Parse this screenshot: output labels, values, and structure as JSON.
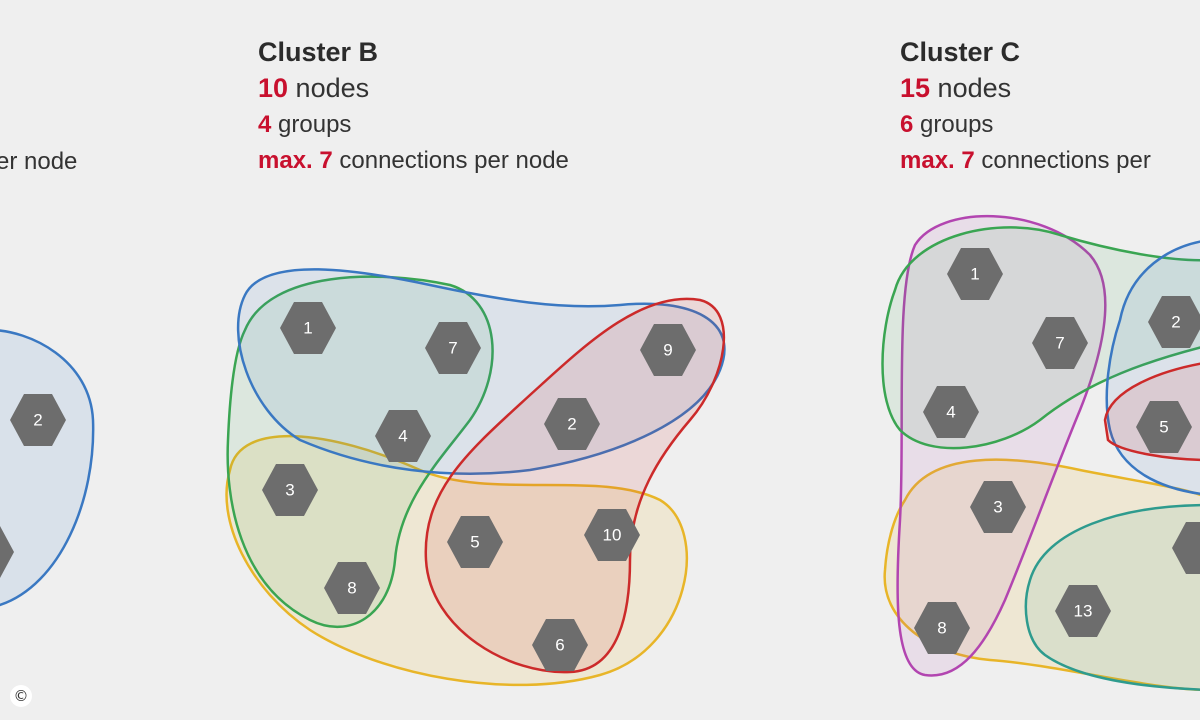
{
  "clusterA": {
    "line3_text": "er node",
    "nodes": [
      "2"
    ]
  },
  "clusterB": {
    "title": "Cluster B",
    "nodes_value": "10",
    "nodes_text": " nodes",
    "groups_value": "4",
    "groups_text": " groups",
    "max_value": "max. 7",
    "max_text": " connections per node",
    "nodes": [
      "1",
      "7",
      "9",
      "4",
      "2",
      "3",
      "5",
      "10",
      "8",
      "6"
    ],
    "groups": [
      {
        "color": "#3a78c2"
      },
      {
        "color": "#3aa552"
      },
      {
        "color": "#e8b528"
      },
      {
        "color": "#cc2a2a"
      }
    ]
  },
  "clusterC": {
    "title": "Cluster C",
    "nodes_value": "15",
    "nodes_text": " nodes",
    "groups_value": "6",
    "groups_text": " groups",
    "max_value": "max. 7",
    "max_text": " connections per",
    "nodes": [
      "1",
      "2",
      "7",
      "4",
      "5",
      "3",
      "8",
      "13"
    ],
    "groups": [
      {
        "color": "#b245b0"
      },
      {
        "color": "#3aa552"
      },
      {
        "color": "#3a78c2"
      },
      {
        "color": "#cc2a2a"
      },
      {
        "color": "#e8b528"
      },
      {
        "color": "#2e9b8e"
      }
    ]
  },
  "colors": {
    "highlight": "#c8102e",
    "node": "#6d6d6d",
    "background": "#efefef"
  },
  "copyright_symbol": "©"
}
